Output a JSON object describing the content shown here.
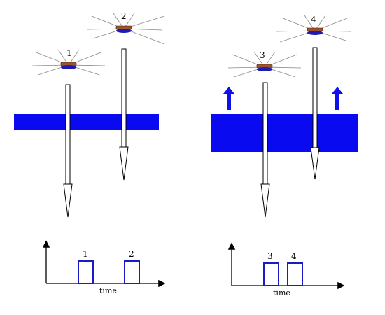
{
  "left_panel": {
    "probes": [
      {
        "label": "1"
      },
      {
        "label": "2"
      }
    ],
    "timing": {
      "pulse_labels": [
        "1",
        "2"
      ],
      "xlabel": "time"
    }
  },
  "right_panel": {
    "probes": [
      {
        "label": "3"
      },
      {
        "label": "4"
      }
    ],
    "timing": {
      "pulse_labels": [
        "3",
        "4"
      ],
      "xlabel": "time"
    }
  },
  "colors": {
    "layer": "#0a0af0",
    "arrow_up": "#1010e8",
    "pulse": "#1a1ac8",
    "axis": "#000000",
    "probe_body": "#a0522d",
    "probe_base": "#1c1cb0"
  }
}
